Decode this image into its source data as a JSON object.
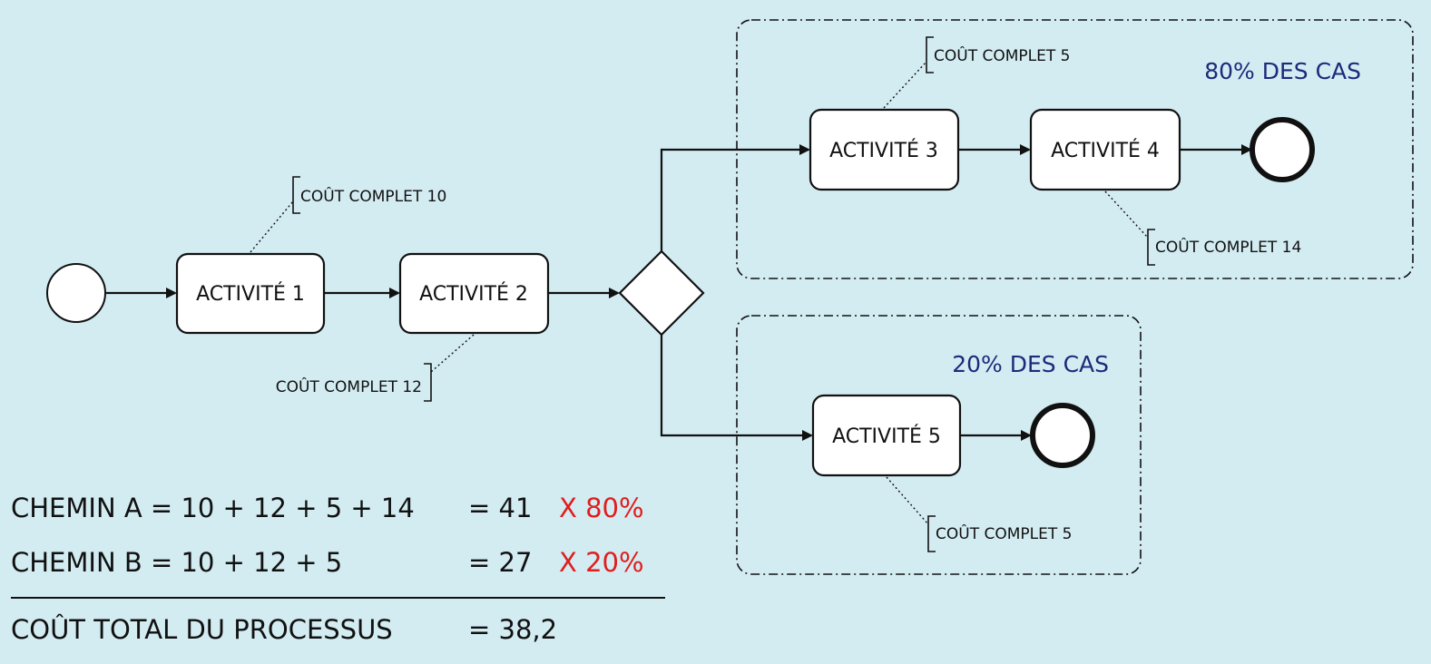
{
  "activities": {
    "a1": "ACTIVITÉ 1",
    "a2": "ACTIVITÉ 2",
    "a3": "ACTIVITÉ 3",
    "a4": "ACTIVITÉ 4",
    "a5": "ACTIVITÉ 5"
  },
  "annotations": {
    "a1": "COÛT COMPLET 10",
    "a2": "COÛT COMPLET 12",
    "a3": "COÛT COMPLET 5",
    "a4": "COÛT COMPLET 14",
    "a5": "COÛT COMPLET 5"
  },
  "groups": {
    "upper": "80% DES CAS",
    "lower": "20% DES CAS"
  },
  "calculation": {
    "path_a": {
      "formula": "CHEMIN A = 10 + 12 + 5 + 14",
      "result": "= 41",
      "factor": "X 80%"
    },
    "path_b": {
      "formula": "CHEMIN B = 10 + 12 + 5",
      "result": "= 27",
      "factor": "X 20%"
    },
    "total": {
      "label": "COÛT TOTAL DU PROCESSUS",
      "result": "= 38,2"
    }
  },
  "colors": {
    "background": "#d3ecf2",
    "accent_red": "#e11d1d",
    "group_label": "#1d2a7a"
  }
}
